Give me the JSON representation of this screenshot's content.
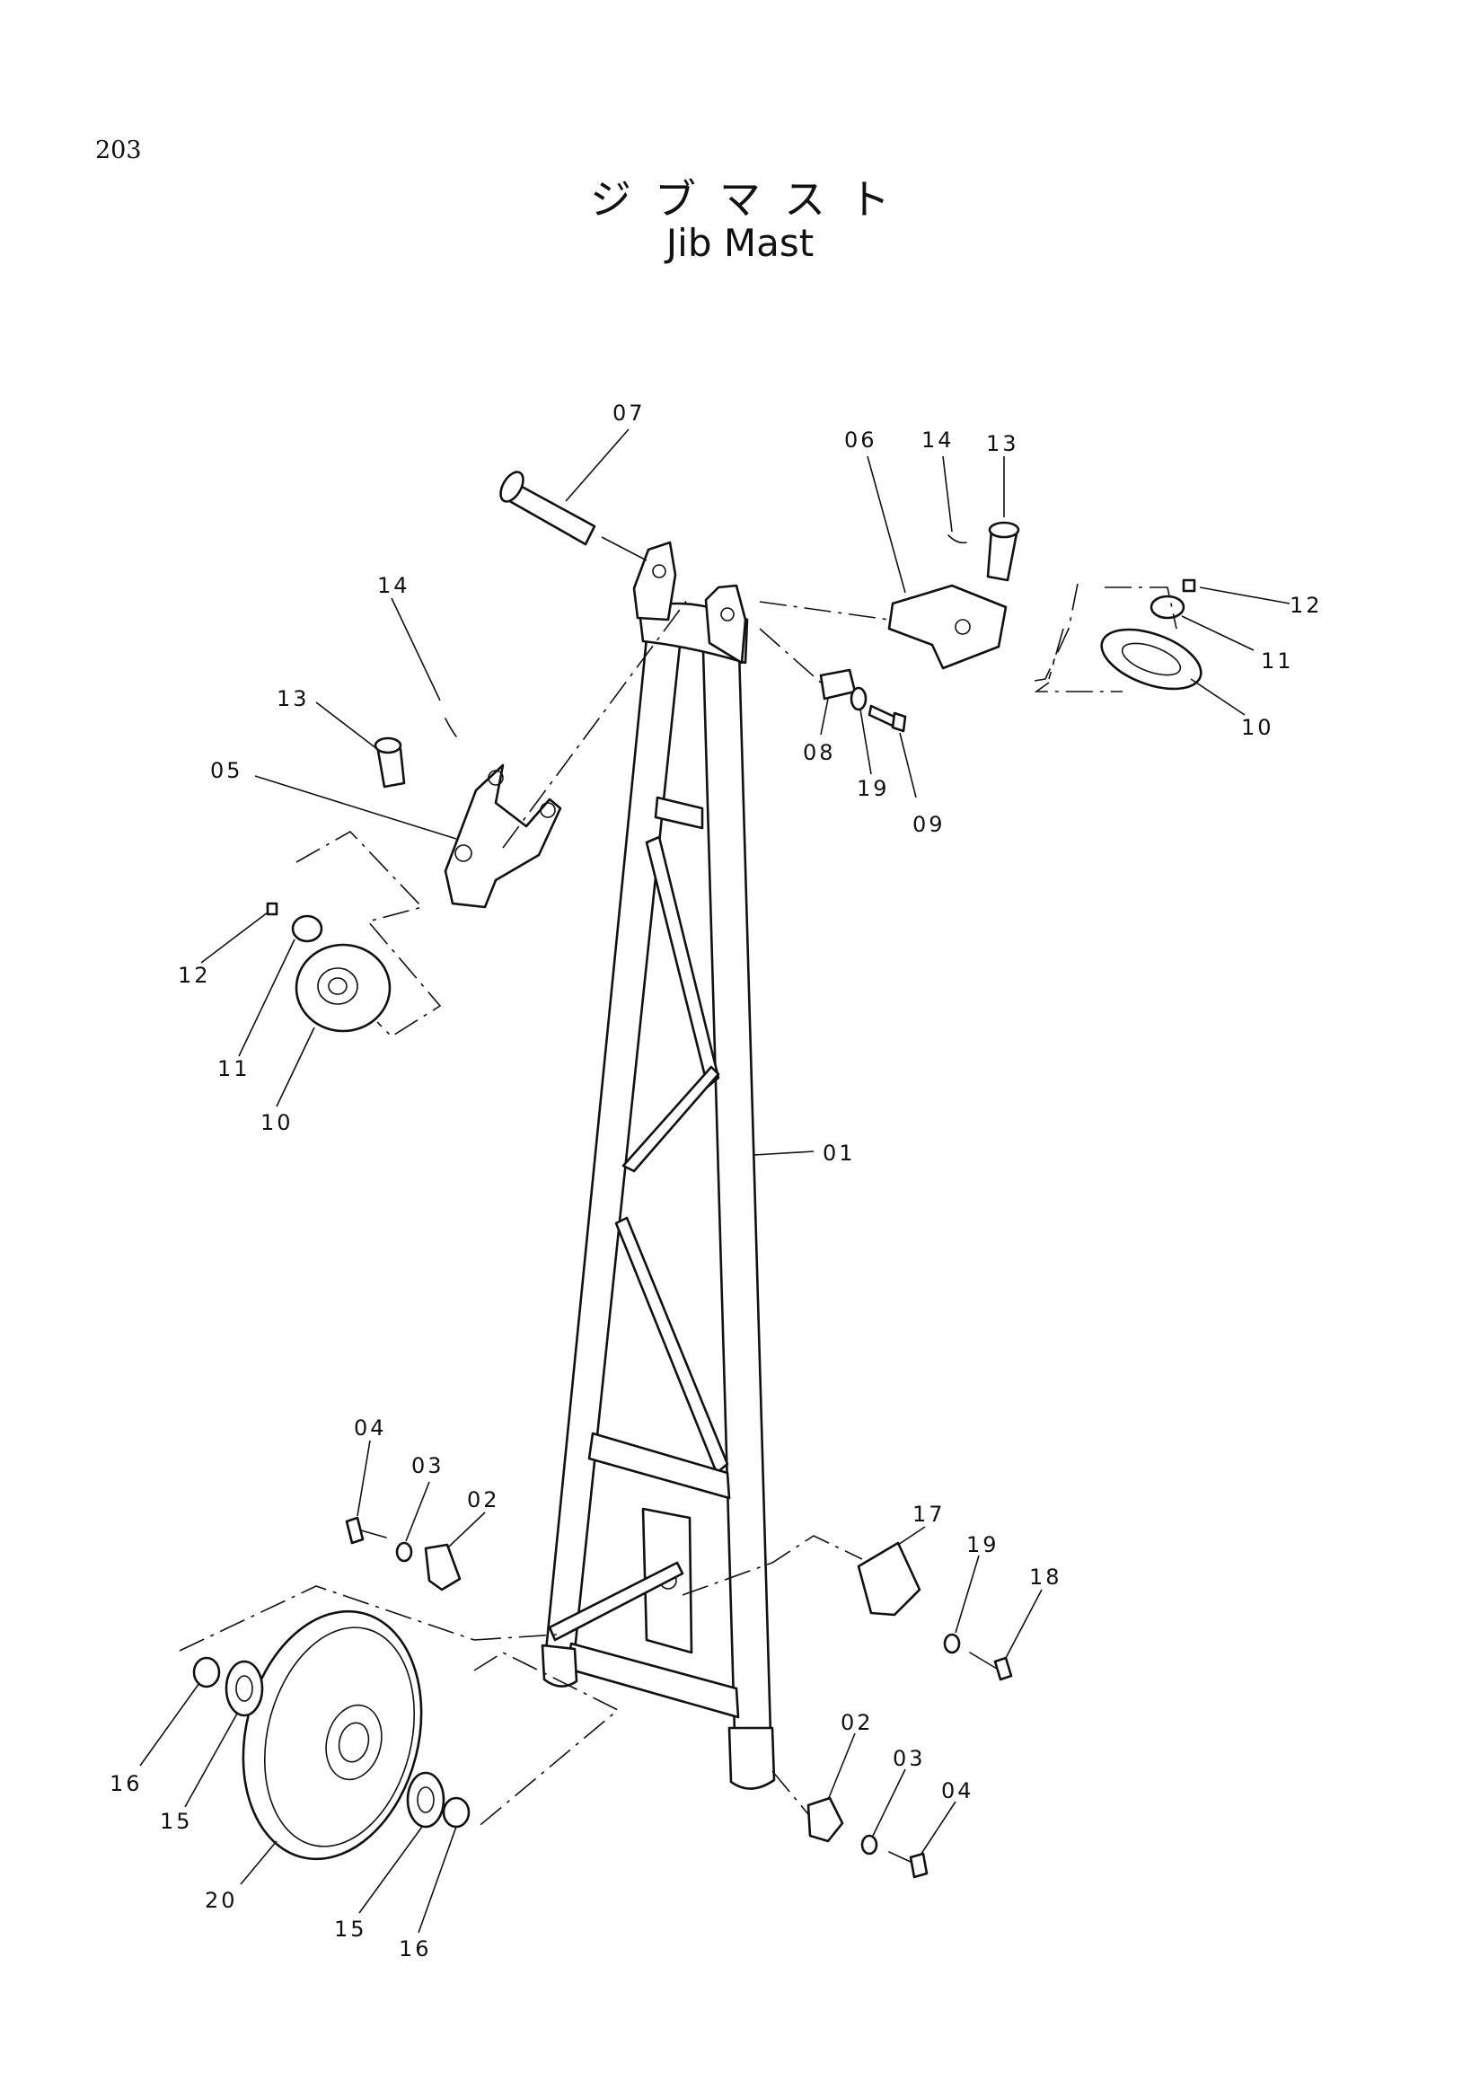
{
  "page_number": "203",
  "title_jp": "ジブマスト",
  "title_en": "Jib Mast",
  "callouts": [
    {
      "id": "c07",
      "label": "07"
    },
    {
      "id": "c06",
      "label": "06"
    },
    {
      "id": "c14a",
      "label": "14"
    },
    {
      "id": "c13a",
      "label": "13"
    },
    {
      "id": "c12a",
      "label": "12"
    },
    {
      "id": "c11a",
      "label": "11"
    },
    {
      "id": "c10a",
      "label": "10"
    },
    {
      "id": "c08",
      "label": "08"
    },
    {
      "id": "c19a",
      "label": "19"
    },
    {
      "id": "c09",
      "label": "09"
    },
    {
      "id": "c14b",
      "label": "14"
    },
    {
      "id": "c13b",
      "label": "13"
    },
    {
      "id": "c05",
      "label": "05"
    },
    {
      "id": "c12b",
      "label": "12"
    },
    {
      "id": "c11b",
      "label": "11"
    },
    {
      "id": "c10b",
      "label": "10"
    },
    {
      "id": "c01",
      "label": "01"
    },
    {
      "id": "c04a",
      "label": "04"
    },
    {
      "id": "c03a",
      "label": "03"
    },
    {
      "id": "c02a",
      "label": "02"
    },
    {
      "id": "c17",
      "label": "17"
    },
    {
      "id": "c19b",
      "label": "19"
    },
    {
      "id": "c18",
      "label": "18"
    },
    {
      "id": "c16a",
      "label": "16"
    },
    {
      "id": "c15a",
      "label": "15"
    },
    {
      "id": "c20",
      "label": "20"
    },
    {
      "id": "c15b",
      "label": "15"
    },
    {
      "id": "c16b",
      "label": "16"
    },
    {
      "id": "c02b",
      "label": "02"
    },
    {
      "id": "c03b",
      "label": "03"
    },
    {
      "id": "c04b",
      "label": "04"
    }
  ]
}
